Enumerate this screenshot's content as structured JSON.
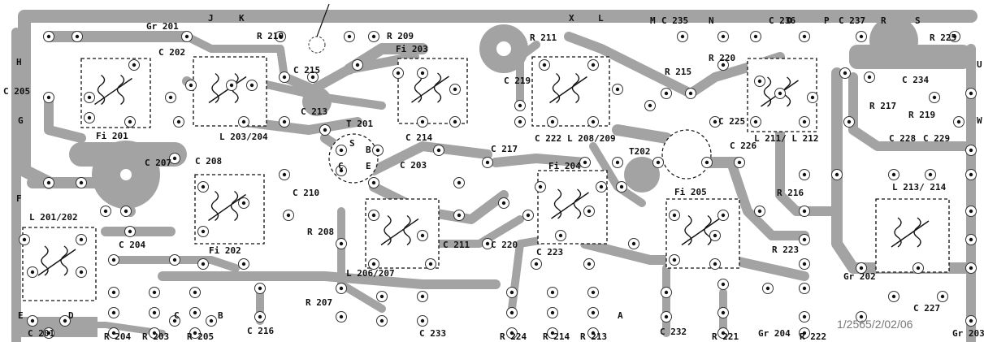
{
  "drawing_code": "1/2565/2/02/06",
  "connectors": [
    "H",
    "G",
    "F",
    "E",
    "D",
    "C",
    "B",
    "A",
    "J",
    "K",
    "M",
    "N",
    "O",
    "P",
    "R",
    "S",
    "U",
    "W",
    "X",
    "L"
  ],
  "components": {
    "diodes": [
      "Gr 201",
      "Gr 202",
      "Gr 203",
      "Gr 204"
    ],
    "transistors": [
      "T 201",
      "T202"
    ],
    "filters": [
      "Fi 201",
      "Fi 202",
      "Fi 203",
      "Fi 204",
      "Fi 205"
    ],
    "coils": [
      "L 201/202",
      "L 203/204",
      "L 206/207",
      "L 208/209",
      "L 211/ L 212",
      "L 213/ 214"
    ],
    "capacitors": [
      "C 201",
      "C 202",
      "C 203",
      "C 204",
      "C 205",
      "C 207",
      "C 208",
      "C 210",
      "C 211",
      "C 213",
      "C 214",
      "C 215",
      "C 216",
      "C 217",
      "C 219",
      "C 220",
      "C 222",
      "C 223",
      "C 225",
      "C 226",
      "C 227",
      "C 228",
      "C 229",
      "C 232",
      "C 233",
      "C 234",
      "C 235",
      "C 236",
      "C 237"
    ],
    "resistors": [
      "R 203",
      "R 204",
      "R 205",
      "R 207",
      "R 208",
      "R 209",
      "R 210",
      "R 211",
      "R 213",
      "R 214",
      "R 215",
      "R 216",
      "R 217",
      "R 219",
      "R 220",
      "R 221",
      "R 222",
      "R 223",
      "R 224",
      "R 225"
    ],
    "transistor_pins": [
      "S",
      "B",
      "C",
      "E"
    ]
  }
}
